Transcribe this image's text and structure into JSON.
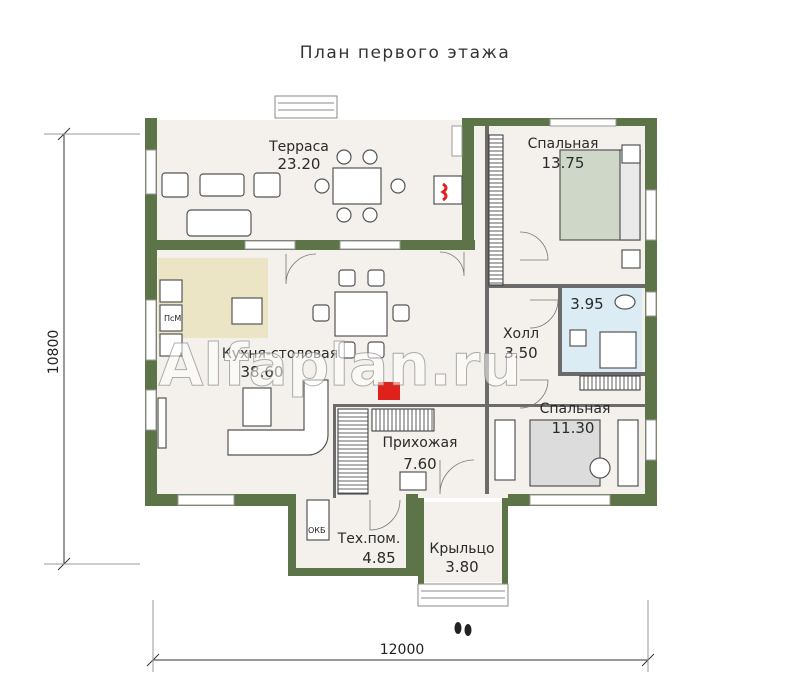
{
  "title": "План первого этажа",
  "dimensions": {
    "height": "10800",
    "width": "12000"
  },
  "rooms": {
    "terrace": {
      "name": "Терраса",
      "area": "23.20"
    },
    "bedroom1": {
      "name": "Спальная",
      "area": "13.75"
    },
    "bath": {
      "area": "3.95"
    },
    "hall": {
      "name": "Холл",
      "area": "3.50"
    },
    "kitchen": {
      "name": "Кухня-столовая",
      "area": "38.60"
    },
    "hallway": {
      "name": "Прихожая",
      "area": "7.60"
    },
    "bedroom2": {
      "name": "Спальная",
      "area": "11.30"
    },
    "tech": {
      "name": "Тех.пом.",
      "area": "4.85"
    },
    "porch": {
      "name": "Крыльцо",
      "area": "3.80"
    }
  },
  "fixtures": {
    "dishwasher": "ПсМ",
    "boiler": "ОКБ"
  },
  "watermark": "Alfaplan.ru",
  "colors": {
    "wall": "#5d7448",
    "floor": "#f4f1ec",
    "kitchen": "#ebe5c6",
    "bath": "#dcecf4",
    "accent": "#e0201a"
  }
}
